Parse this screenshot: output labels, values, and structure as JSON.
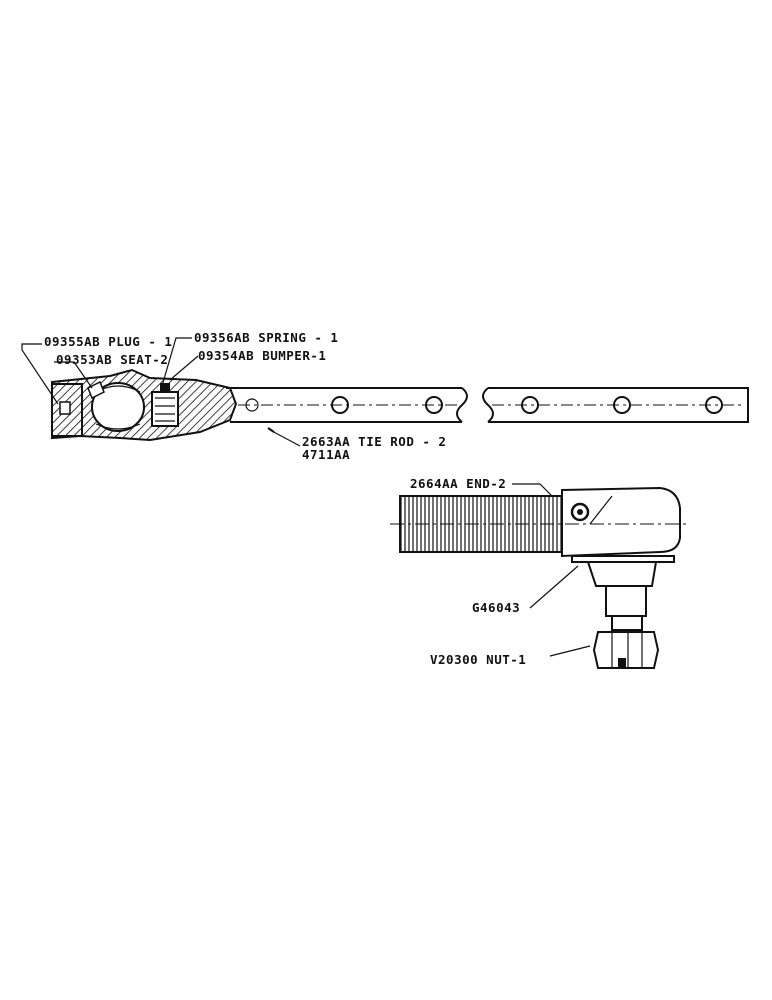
{
  "labels": {
    "plug": "09355AB PLUG - 1",
    "seat": "09353AB SEAT-2",
    "spring": "09356AB SPRING - 1",
    "bumper": "09354AB BUMPER-1",
    "tie_rod": "2663AA TIE ROD - 2",
    "tie_rod_alt": "4711AA",
    "end": "2664AA END-2",
    "washer": "G46043",
    "nut": "V20300 NUT-1"
  }
}
